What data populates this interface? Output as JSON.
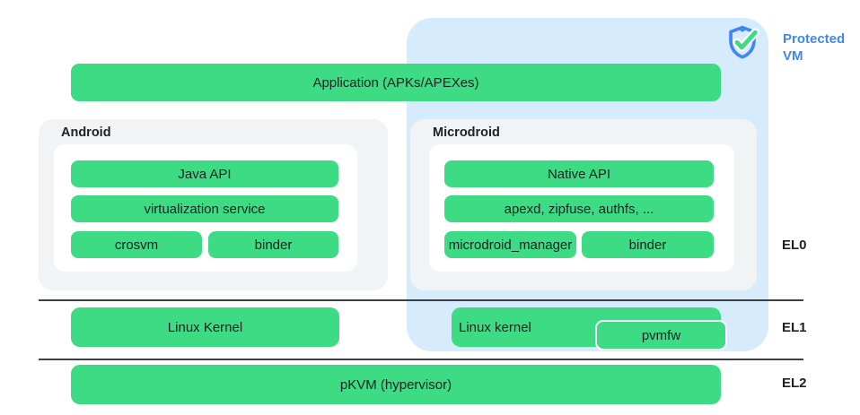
{
  "colors": {
    "green": "#3ddc84",
    "protected_vm_bg": "#d6ecfc",
    "protected_vm_text": "#4285f4",
    "group_box_gray": "#f1f3f4",
    "divider": "#3c4043",
    "text": "#202124"
  },
  "protected_vm": {
    "icon": "shield-check-icon",
    "label_line1": "Protected",
    "label_line2": "VM"
  },
  "application_bar": {
    "label": "Application (APKs/APEXes)"
  },
  "android": {
    "title": "Android",
    "bars": [
      "Java API",
      "virtualization service",
      "crosvm",
      "binder"
    ]
  },
  "microdroid": {
    "title": "Microdroid",
    "bars": [
      "Native API",
      "apexd, zipfuse, authfs, ...",
      "microdroid_manager",
      "binder"
    ]
  },
  "el1": {
    "android_kernel": "Linux Kernel",
    "vm_kernel": "Linux kernel",
    "pvmfw": "pvmfw"
  },
  "el2": {
    "hypervisor": "pKVM (hypervisor)"
  },
  "exception_levels": [
    "EL0",
    "EL1",
    "EL2"
  ]
}
